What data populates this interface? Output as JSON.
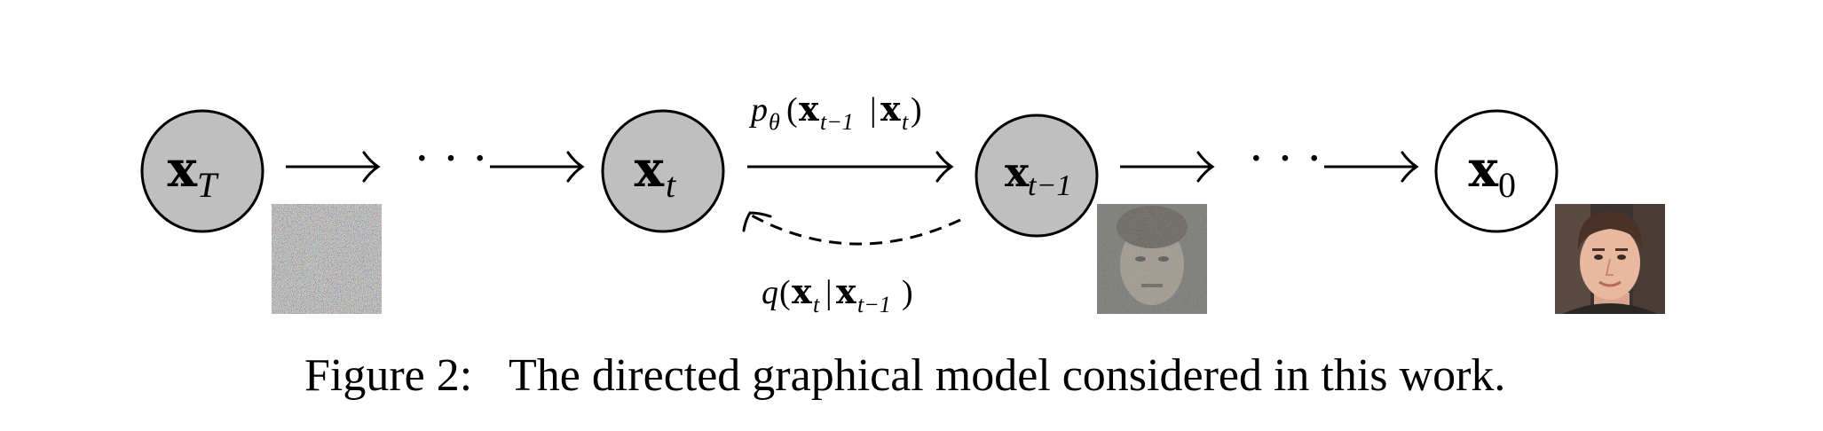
{
  "nodes": {
    "xT": {
      "base": "x",
      "sub": "T"
    },
    "xt": {
      "base": "x",
      "sub": "t"
    },
    "xt1": {
      "base": "x",
      "sub": "t−1"
    },
    "x0": {
      "base": "x",
      "sub": "0"
    }
  },
  "dots": "· · ·",
  "labels": {
    "forward": {
      "p": "p",
      "theta": "θ",
      "open": "(",
      "x1": "x",
      "x1_sub": "t−1",
      "bar": "|",
      "x2": "x",
      "x2_sub": "t",
      "close": ")"
    },
    "reverse": {
      "q": "q",
      "open": "(",
      "x1": "x",
      "x1_sub": "t",
      "bar": "|",
      "x2": "x",
      "x2_sub": "t−1",
      "close": ")"
    }
  },
  "caption": {
    "label": "Figure 2:",
    "text": "The directed graphical model considered in this work."
  },
  "colors": {
    "latent_fill": "#bfbfbf",
    "observed_fill": "#ffffff",
    "stroke": "#000000"
  },
  "images": [
    {
      "name": "noise-image",
      "noise_level": 1.0
    },
    {
      "name": "partially-denoised-face-image",
      "noise_level": 0.6
    },
    {
      "name": "clean-face-image",
      "noise_level": 0.0
    }
  ]
}
